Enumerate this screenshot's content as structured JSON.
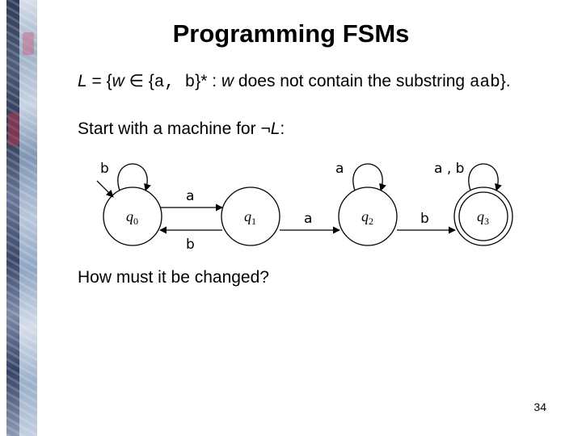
{
  "slide": {
    "title": "Programming FSMs",
    "language_def": {
      "L": "L",
      "eq_open": " = {",
      "w1": "w",
      "elem": " ∈ {",
      "alphabet": "a, b",
      "star_colon": "}* : ",
      "w2": "w",
      "desc": " does not contain the substring ",
      "substring": "aab",
      "end": "}."
    },
    "start_line": {
      "prefix": "Start with a machine for ",
      "neg": "¬",
      "L": "L",
      "suffix": ":"
    },
    "question": "How must it be changed?",
    "page_number": "34"
  },
  "diagram": {
    "states": [
      {
        "id": "q0",
        "label": "q",
        "sub": "0",
        "accepting": false,
        "start": true
      },
      {
        "id": "q1",
        "label": "q",
        "sub": "1",
        "accepting": false
      },
      {
        "id": "q2",
        "label": "q",
        "sub": "2",
        "accepting": false
      },
      {
        "id": "q3",
        "label": "q",
        "sub": "3",
        "accepting": true
      }
    ],
    "transitions": [
      {
        "from": "q0",
        "to": "q0",
        "label": "b"
      },
      {
        "from": "q0",
        "to": "q1",
        "label": "a"
      },
      {
        "from": "q1",
        "to": "q0",
        "label": "b"
      },
      {
        "from": "q1",
        "to": "q2",
        "label": "a"
      },
      {
        "from": "q2",
        "to": "q2",
        "label": "a"
      },
      {
        "from": "q2",
        "to": "q3",
        "label": "b"
      },
      {
        "from": "q3",
        "to": "q3",
        "label": "a , b"
      }
    ]
  }
}
